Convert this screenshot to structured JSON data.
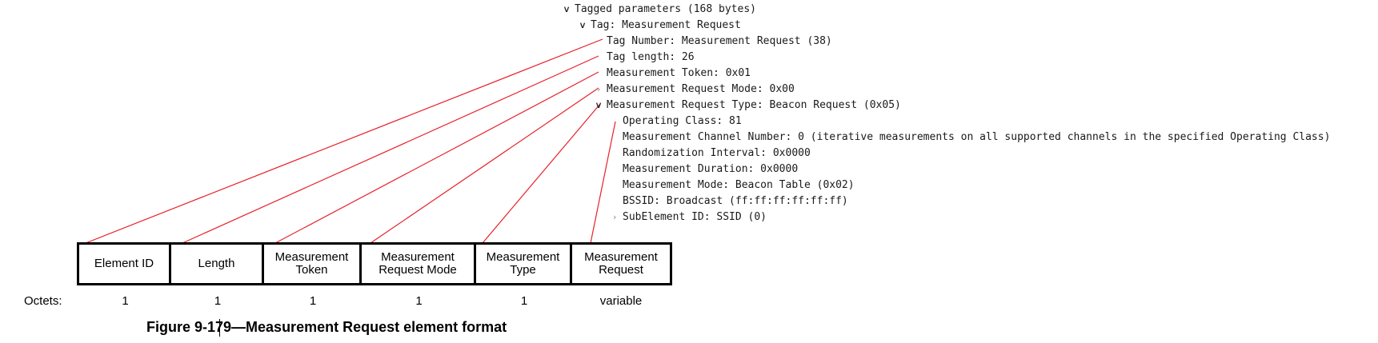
{
  "tree": {
    "rows": [
      {
        "text": "Tagged parameters (168 bytes)",
        "expander": "open"
      },
      {
        "text": "Tag: Measurement Request",
        "expander": "open"
      },
      {
        "text": "Tag Number: Measurement Request (38)",
        "expander": "none"
      },
      {
        "text": "Tag length: 26",
        "expander": "none"
      },
      {
        "text": "Measurement Token: 0x01",
        "expander": "none"
      },
      {
        "text": "Measurement Request Mode: 0x00",
        "expander": "closed"
      },
      {
        "text": "Measurement Request Type: Beacon Request (0x05)",
        "expander": "open"
      },
      {
        "text": "Operating Class: 81",
        "expander": "none"
      },
      {
        "text": "Measurement Channel Number: 0 (iterative measurements on all supported channels in the specified Operating Class)",
        "expander": "none"
      },
      {
        "text": "Randomization Interval: 0x0000",
        "expander": "none"
      },
      {
        "text": "Measurement Duration: 0x0000",
        "expander": "none"
      },
      {
        "text": "Measurement Mode: Beacon Table (0x02)",
        "expander": "none"
      },
      {
        "text": "BSSID: Broadcast (ff:ff:ff:ff:ff:ff)",
        "expander": "none"
      },
      {
        "text": "SubElement ID: SSID (0)",
        "expander": "closed"
      }
    ]
  },
  "format_table": {
    "fields": [
      {
        "label": "Element ID",
        "octets": "1"
      },
      {
        "label": "Length",
        "octets": "1"
      },
      {
        "label": "Measurement\nToken",
        "octets": "1"
      },
      {
        "label": "Measurement\nRequest Mode",
        "octets": "1"
      },
      {
        "label": "Measurement\nType",
        "octets": "1"
      },
      {
        "label": "Measurement\nRequest",
        "octets": "variable"
      }
    ],
    "octets_label": "Octets:"
  },
  "caption": "Figure 9-179—Measurement Request element format",
  "colors": {
    "connector": "#e8202a",
    "text": "#1a1a1a"
  }
}
